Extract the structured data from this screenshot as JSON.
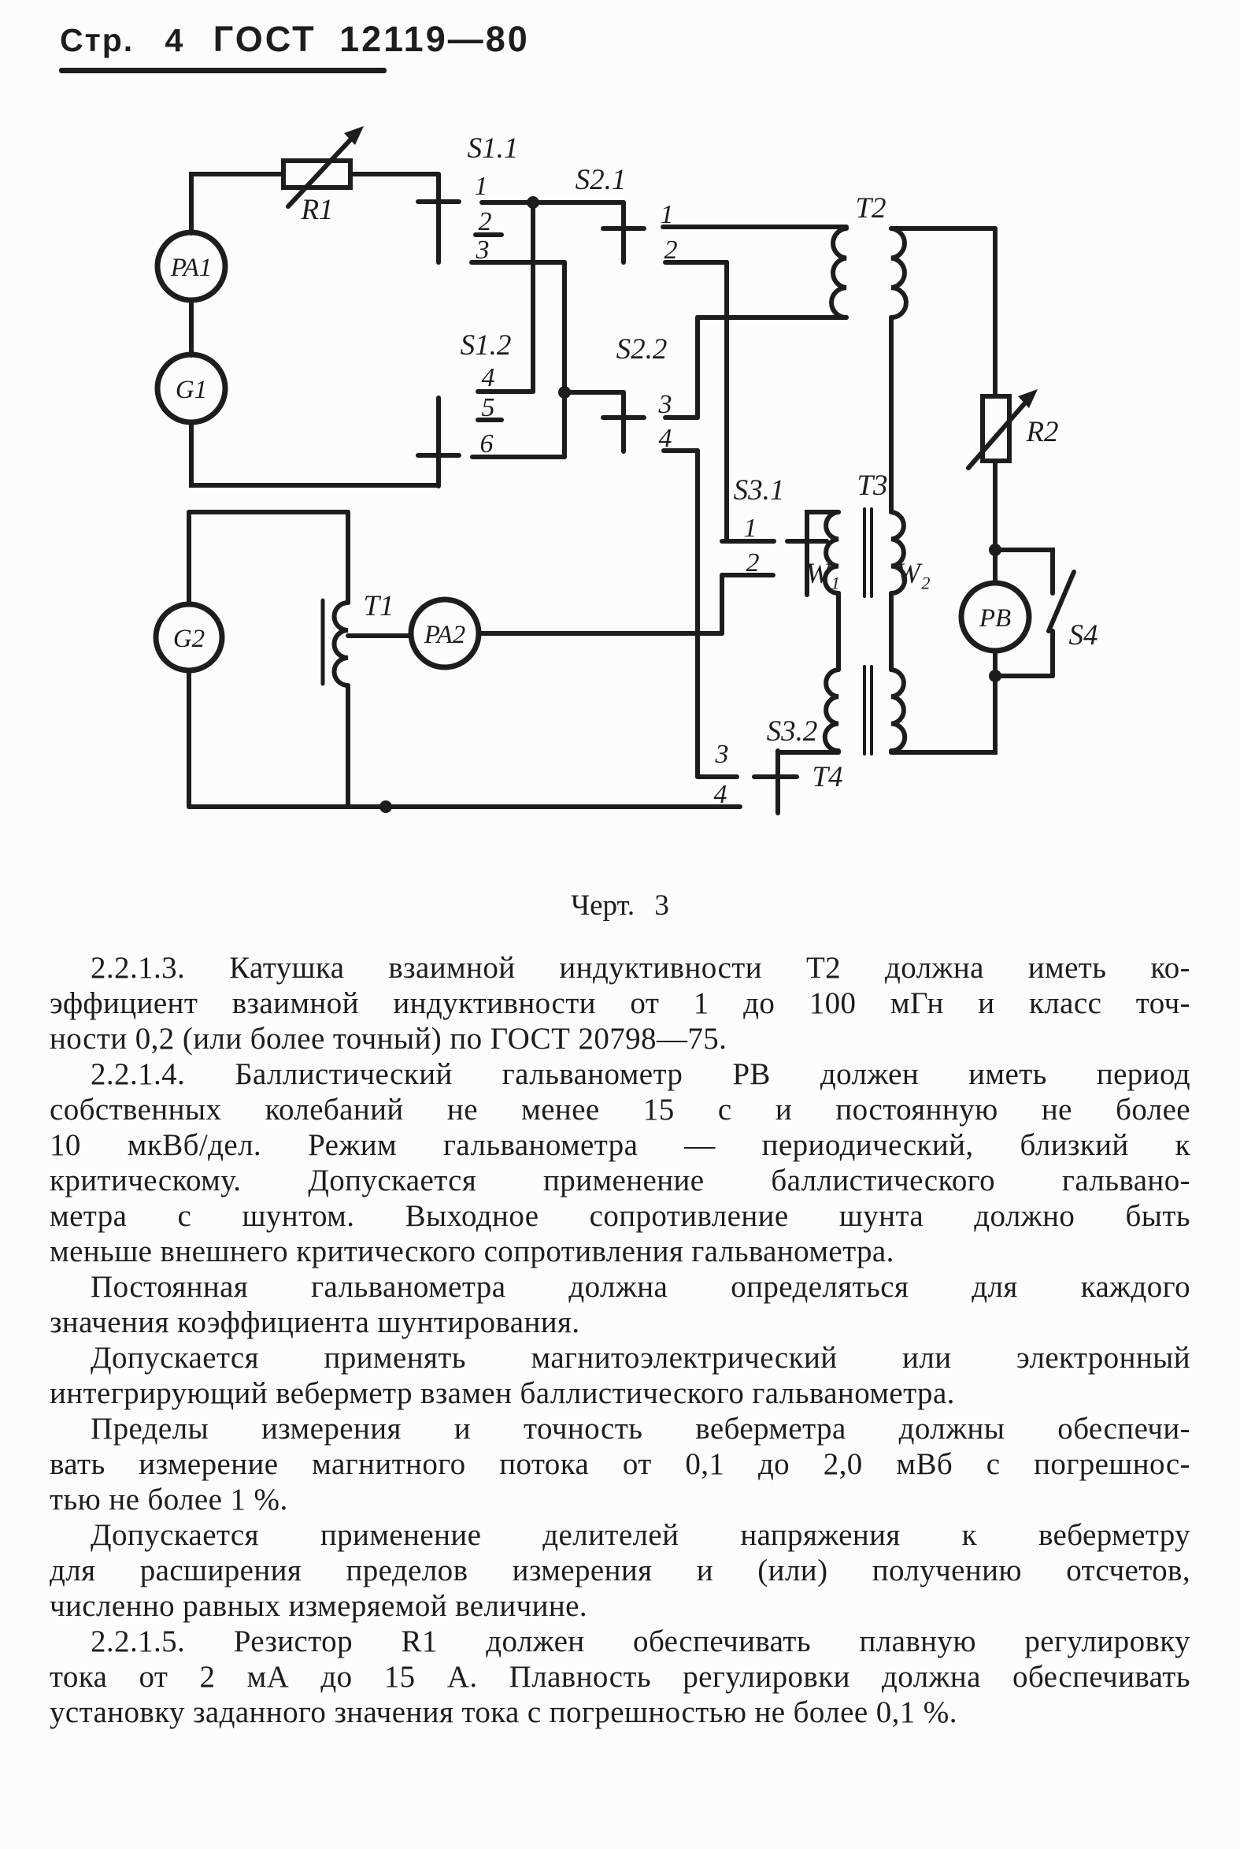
{
  "header": {
    "page_label": "Стр. 4",
    "doc_number": "ГОСТ 12119—80"
  },
  "figure": {
    "caption": "Черт. 3",
    "labels": {
      "pa1": "PA1",
      "g1": "G1",
      "g2": "G2",
      "pa2": "PA2",
      "pb": "PB",
      "r1": "R1",
      "r2": "R2",
      "t1": "T1",
      "t2": "T2",
      "t3": "T3",
      "t4": "T4",
      "s11": "S1.1",
      "s12": "S1.2",
      "s21": "S2.1",
      "s22": "S2.2",
      "s31": "S3.1",
      "s32": "S3.2",
      "s4": "S4",
      "w1": "W₁",
      "w2": "W₂",
      "s11_c1": "1",
      "s11_c2": "2",
      "s11_c3": "3",
      "s12_c4": "4",
      "s12_c5": "5",
      "s12_c6": "6",
      "s21_c1": "1",
      "s21_c2": "2",
      "s22_c3": "3",
      "s22_c4": "4",
      "s31_c1": "1",
      "s31_c2": "2",
      "s32_c3": "3",
      "s32_c4": "4"
    }
  },
  "body": {
    "paragraphs": [
      {
        "lines": [
          "2.2.1.3. Катушка взаимной индуктивности Т2 должна иметь ко-",
          "эффициент взаимной индуктивности от 1 до 100 мГн и класс точ-",
          "ности 0,2 (или более точный) по ГОСТ 20798—75."
        ]
      },
      {
        "lines": [
          "2.2.1.4. Баллистический гальванометр РВ должен иметь период",
          "собственных колебаний не менее 15 с и постоянную не более",
          "10 мкВб/дел. Режим гальванометра — периодический, близкий к",
          "критическому. Допускается применение баллистического гальвано-",
          "метра с шунтом. Выходное сопротивление шунта должно быть",
          "меньше внешнего критического сопротивления гальванометра."
        ]
      },
      {
        "lines": [
          "Постоянная гальванометра должна определяться для каждого",
          "значения коэффициента шунтирования."
        ]
      },
      {
        "lines": [
          "Допускается применять магнитоэлектрический или электронный",
          "интегрирующий веберметр взамен баллистического гальванометра."
        ]
      },
      {
        "lines": [
          "Пределы измерения и точность веберметра должны обеспечи-",
          "вать измерение магнитного потока от 0,1 до 2,0 мВб с погрешнос-",
          "тью не более 1 %."
        ]
      },
      {
        "lines": [
          "Допускается применение делителей напряжения к веберметру",
          "для расширения пределов измерения и (или) получению отсчетов,",
          "численно равных измеряемой величине."
        ]
      },
      {
        "lines": [
          "2.2.1.5. Резистор R1 должен обеспечивать плавную регулировку",
          "тока от 2 мА до 15 А. Плавность регулировки должна обеспечивать",
          "установку заданного значения тока с погрешностью не более 0,1 %."
        ]
      }
    ]
  }
}
